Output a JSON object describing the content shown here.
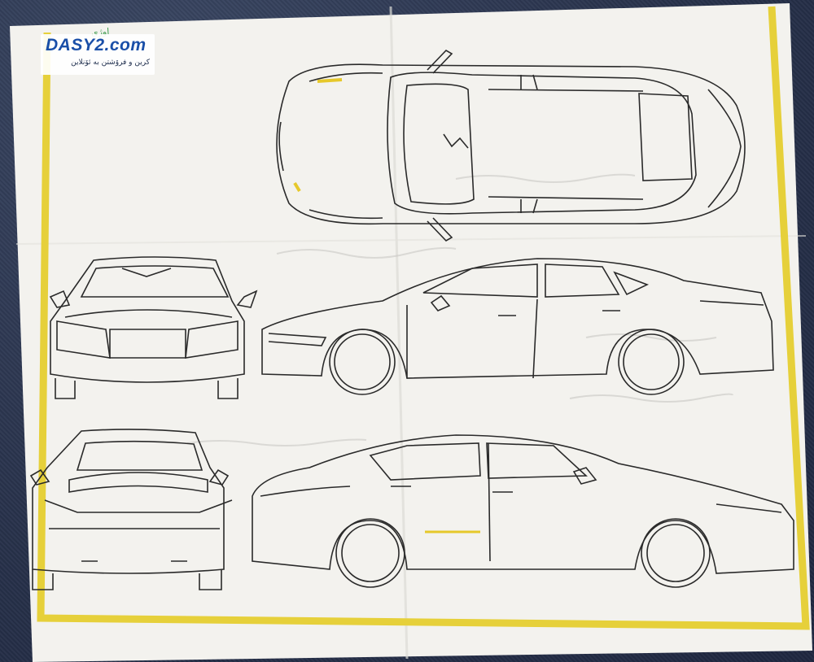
{
  "watermark": {
    "brand": "DASY2.com",
    "tagline": "کرین و فرۆشتن بە ئۆنلاین"
  },
  "logo_fragment": "اوژی",
  "colors": {
    "paper": "#f4f3ef",
    "border": "#e8d23a",
    "line": "#2a2a2a",
    "mark": "#e6c82a",
    "brand": "#1a4fa8"
  }
}
